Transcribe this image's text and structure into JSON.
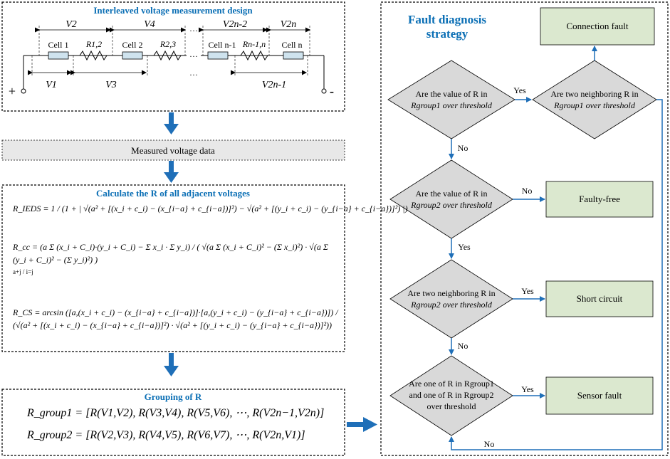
{
  "colors": {
    "accent_blue": "#0b6fb5",
    "arrow_blue": "#1f6fb8",
    "diamond_fill": "#d9d9d9",
    "result_fill": "#dbe8cf",
    "measured_fill": "#e8e8e8"
  },
  "panel1": {
    "title": "Interleaved voltage measurement design",
    "top_labels": [
      "V2",
      "V4",
      "…",
      "V2n-2",
      "V2n"
    ],
    "bottom_labels": [
      "V1",
      "V3",
      "…",
      "V2n-1"
    ],
    "cells": [
      "Cell 1",
      "Cell 2",
      "Cell n-1",
      "Cell n"
    ],
    "resistors": [
      "R1,2",
      "R2,3",
      "Rn-1,n"
    ],
    "ellipsis": "…",
    "plus": "+",
    "minus": "-"
  },
  "measured": {
    "label": "Measured voltage data"
  },
  "panel2": {
    "title": "Calculate the R of all adjacent voltages",
    "eq_iedsd": "R_IEDS = 1 / (1 + | √(a² + [(x_i + c_i) − (x_{i−a} + c_{i−a})]²) − √(a² + [(y_i + c_i) − (y_{i−a} + c_{i−a})]²) |)",
    "eq_rcc": "R_cc = (a Σ (x_i + C_i)·(y_i + C_i) − Σ x_i · Σ y_i) / ( √(a Σ (x_i + C_i)² − (Σ x_i)²) · √(a Σ (y_i + C_i)² − (Σ y_i)²) )",
    "eq_rcs": "R_CS = arcsin ([a,(x_i + c_i) − (x_{i−a} + c_{i−a})]·[a,(y_i + c_i) − (y_{i−a} + c_{i−a})]) / (√(a² + [(x_i + c_i) − (x_{i−a} + c_{i−a})]²) · √(a² + [(y_i + c_i) − (y_{i−a} + c_{i−a})]²))",
    "sum_upper": "a+j",
    "sum_lower": "i=j"
  },
  "panel3": {
    "title": "Grouping of R",
    "group1": "R_group1 = [R(V1,V2), R(V3,V4), R(V5,V6), ⋯, R(V2n−1,V2n)]",
    "group2": "R_group2 = [R(V2,V3), R(V4,V5), R(V6,V7), ⋯, R(V2n,V1)]"
  },
  "panel4": {
    "title_line1": "Fault diagnosis",
    "title_line2": "strategy",
    "d1": [
      "Are the value of R in",
      "Rgroup1 over threshold"
    ],
    "d2": [
      "Are two neighboring R in",
      "Rgroup1 over threshold"
    ],
    "d3": [
      "Are the value of R in",
      "Rgroup2 over threshold"
    ],
    "d4": [
      "Are two neighboring R in",
      "Rgroup2 over threshold"
    ],
    "d5": [
      "Are one of R in Rgroup1",
      "and one of  R  in Rgroup2",
      "over threshold"
    ],
    "r_connection": "Connection fault",
    "r_faultyfree": "Faulty-free",
    "r_short": "Short circuit",
    "r_sensor": "Sensor fault",
    "yes": "Yes",
    "no": "No"
  }
}
